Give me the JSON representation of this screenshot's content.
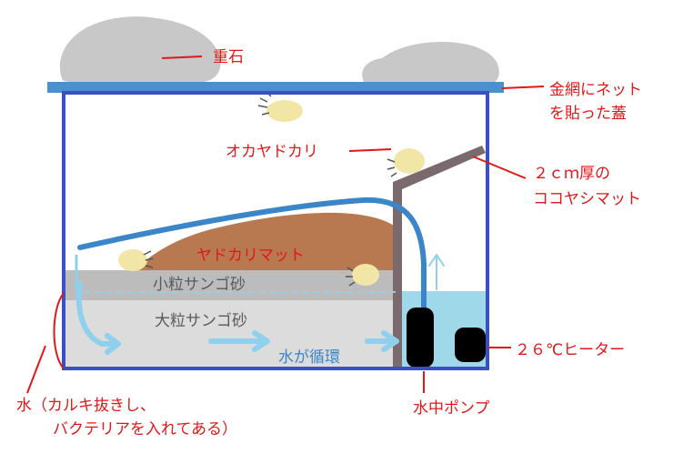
{
  "labels": {
    "weight_stone": "重石",
    "lid_line1": "金網にネット",
    "lid_line2": "を貼った蓋",
    "crab": "オカヤドカリ",
    "mat_line1": "２ｃｍ厚の",
    "mat_line2": "ココヤシマット",
    "hermit_mat": "ヤドカリマット",
    "small_sand": "小粒サンゴ砂",
    "large_sand": "大粒サンゴ砂",
    "water_cycle": "水が循環",
    "heater": "２６℃ヒーター",
    "water_line1": "水（カルキ抜きし、",
    "water_line2": "バクテリアを入れてある）",
    "pump": "水中ポンプ"
  },
  "colors": {
    "stone": "#c8c8c8",
    "lid": "#4a8fd0",
    "tank_border": "#3a4fc0",
    "mat": "#b87850",
    "small_sand": "#bcbcbc",
    "large_sand": "#dcdcdc",
    "water": "#9fd8e8",
    "pipe": "#3a86c8",
    "flow_arrow": "#8fd0ec",
    "coco_mat": "#7a6a6e",
    "crab_body": "#f2e6a6",
    "label_red": "#e01818",
    "label_blue": "#3a86c8",
    "pump": "#000000"
  }
}
